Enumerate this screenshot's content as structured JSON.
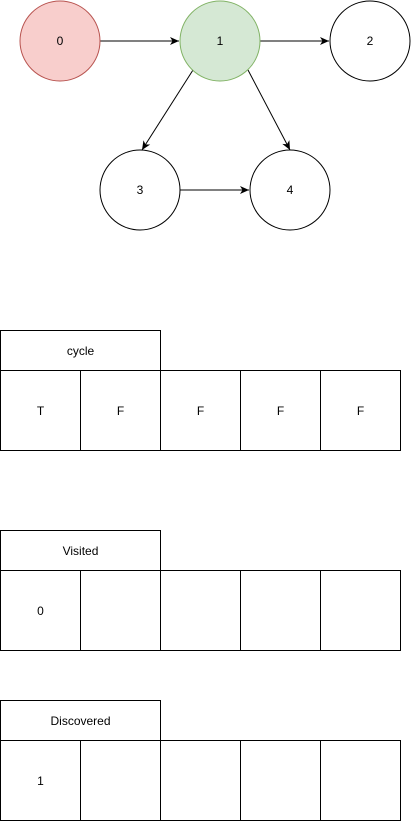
{
  "graph": {
    "nodes": [
      {
        "id": "n0",
        "label": "0",
        "fill": "#f8cecc",
        "stroke": "#b85450"
      },
      {
        "id": "n1",
        "label": "1",
        "fill": "#d5e8d4",
        "stroke": "#82b366"
      },
      {
        "id": "n2",
        "label": "2",
        "fill": "#ffffff",
        "stroke": "#000000"
      },
      {
        "id": "n3",
        "label": "3",
        "fill": "#ffffff",
        "stroke": "#000000"
      },
      {
        "id": "n4",
        "label": "4",
        "fill": "#ffffff",
        "stroke": "#000000"
      }
    ],
    "edges": [
      {
        "from": "n0",
        "to": "n1"
      },
      {
        "from": "n1",
        "to": "n2"
      },
      {
        "from": "n1",
        "to": "n3"
      },
      {
        "from": "n1",
        "to": "n4"
      },
      {
        "from": "n3",
        "to": "n4"
      }
    ]
  },
  "tables": {
    "cycle": {
      "header": "cycle",
      "cells": [
        "T",
        "F",
        "F",
        "F",
        "F"
      ]
    },
    "visited": {
      "header": "Visited",
      "cells": [
        "0",
        "",
        "",
        "",
        ""
      ]
    },
    "discovered": {
      "header": "Discovered",
      "cells": [
        "1",
        "",
        "",
        "",
        ""
      ]
    }
  }
}
